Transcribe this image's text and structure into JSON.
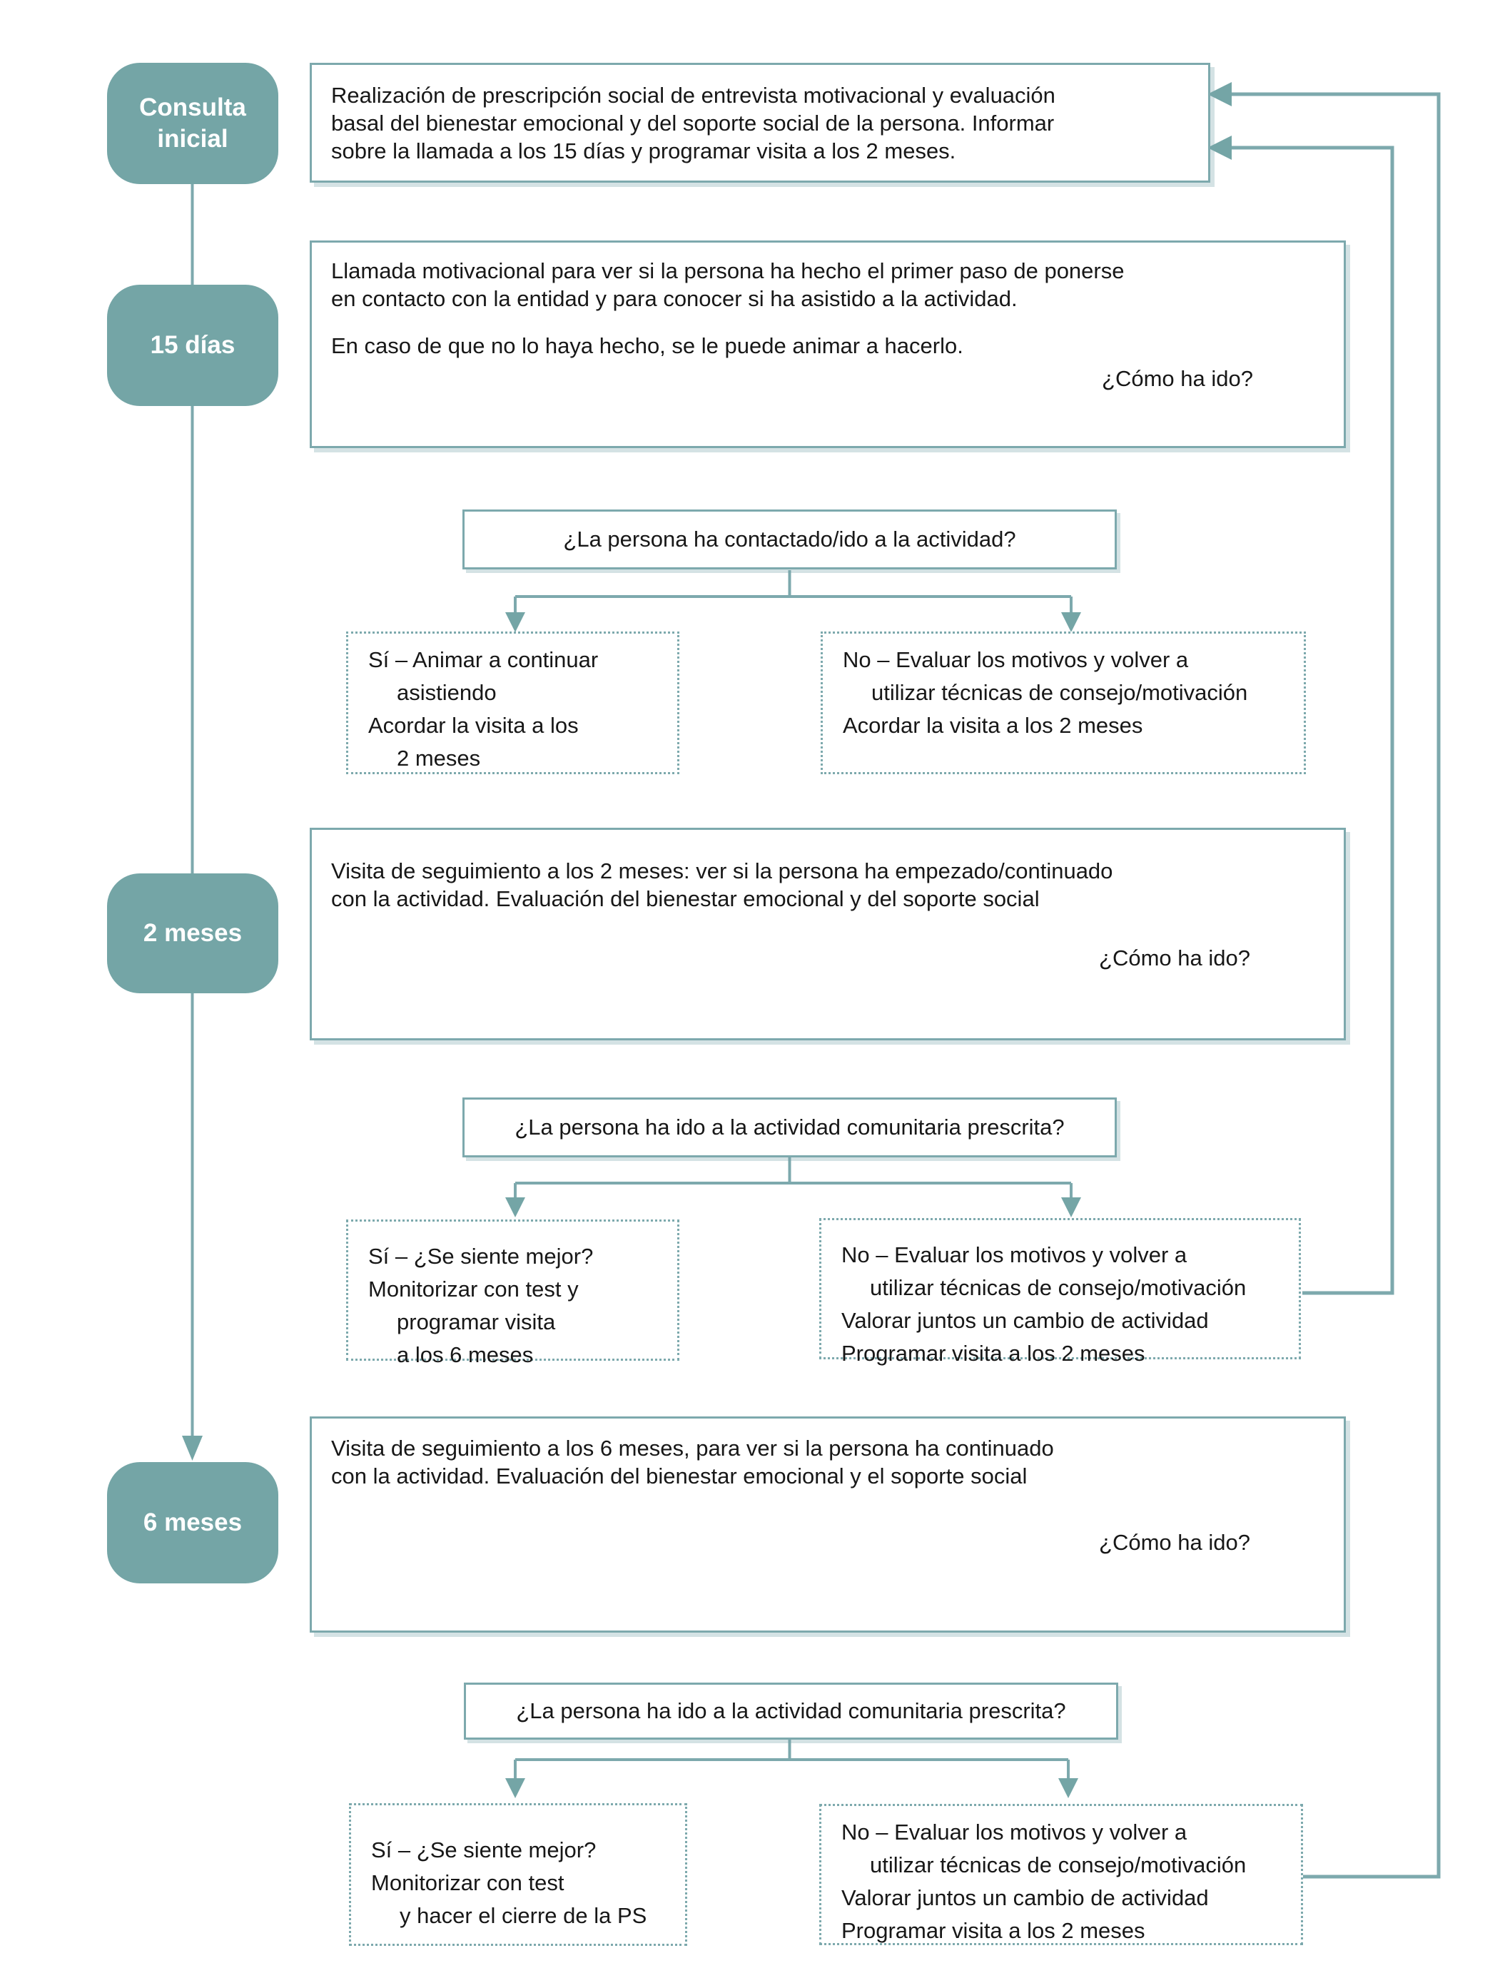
{
  "colors": {
    "teal_fill": "#74a5a6",
    "line_teal": "#7da9ad",
    "text": "#171717",
    "background": "#ffffff"
  },
  "timeline": {
    "items": [
      {
        "label": "Consulta\ninicial"
      },
      {
        "label": "15 días"
      },
      {
        "label": "2 meses"
      },
      {
        "label": "6 meses"
      }
    ]
  },
  "steps": {
    "initial": {
      "text": "Realización de prescripción social de entrevista motivacional y evaluación\nbasal del bienestar emocional y del soporte social de la persona. Informar\nsobre la llamada a los 15 días y programar visita a los 2 meses."
    },
    "day15": {
      "para1": "Llamada motivacional para ver si la persona ha hecho el primer paso de ponerse\nen contacto con la entidad y para conocer si ha asistido a la actividad.",
      "para2": "En caso de que no lo haya hecho, se le puede animar a hacerlo.",
      "bubble": "¿Cómo ha ido?"
    },
    "month2": {
      "text": "Visita de seguimiento a los 2 meses: ver si la persona ha empezado/continuado\ncon la actividad. Evaluación del bienestar emocional y del soporte social",
      "bubble": "¿Cómo ha ido?"
    },
    "month6": {
      "text": "Visita de seguimiento a los 6 meses, para ver si la persona ha continuado\ncon la actividad. Evaluación del bienestar emocional y el soporte social",
      "bubble": "¿Cómo ha ido?"
    }
  },
  "decisions": [
    {
      "question": "¿La persona ha contactado/ido a la actividad?"
    },
    {
      "question": "¿La persona ha ido a la actividad comunitaria prescrita?"
    },
    {
      "question": "¿La persona ha ido a la actividad comunitaria prescrita?"
    }
  ],
  "outcomes": {
    "row1": {
      "yes": {
        "lines": [
          "Sí – Animar a continuar",
          "asistiendo",
          "Acordar la visita a los",
          "2 meses"
        ]
      },
      "no": {
        "lines": [
          "No – Evaluar los motivos y volver a",
          "utilizar técnicas de consejo/motivación",
          "Acordar la visita a los 2 meses"
        ]
      }
    },
    "row2": {
      "yes": {
        "lines": [
          "Sí – ¿Se siente mejor?",
          "Monitorizar con test y",
          "programar visita",
          "a los 6 meses"
        ]
      },
      "no": {
        "lines": [
          "No – Evaluar los motivos y volver a",
          "utilizar técnicas de consejo/motivación",
          "Valorar juntos un cambio de actividad",
          "Programar visita a los 2 meses"
        ]
      }
    },
    "row3": {
      "yes": {
        "lines": [
          "Sí – ¿Se siente mejor?",
          "Monitorizar con test",
          "y hacer el cierre de la PS"
        ]
      },
      "no": {
        "lines": [
          "No – Evaluar los motivos y volver a",
          "utilizar técnicas de consejo/motivación",
          "Valorar juntos un cambio de actividad",
          "Programar visita a los 2 meses"
        ]
      }
    }
  }
}
